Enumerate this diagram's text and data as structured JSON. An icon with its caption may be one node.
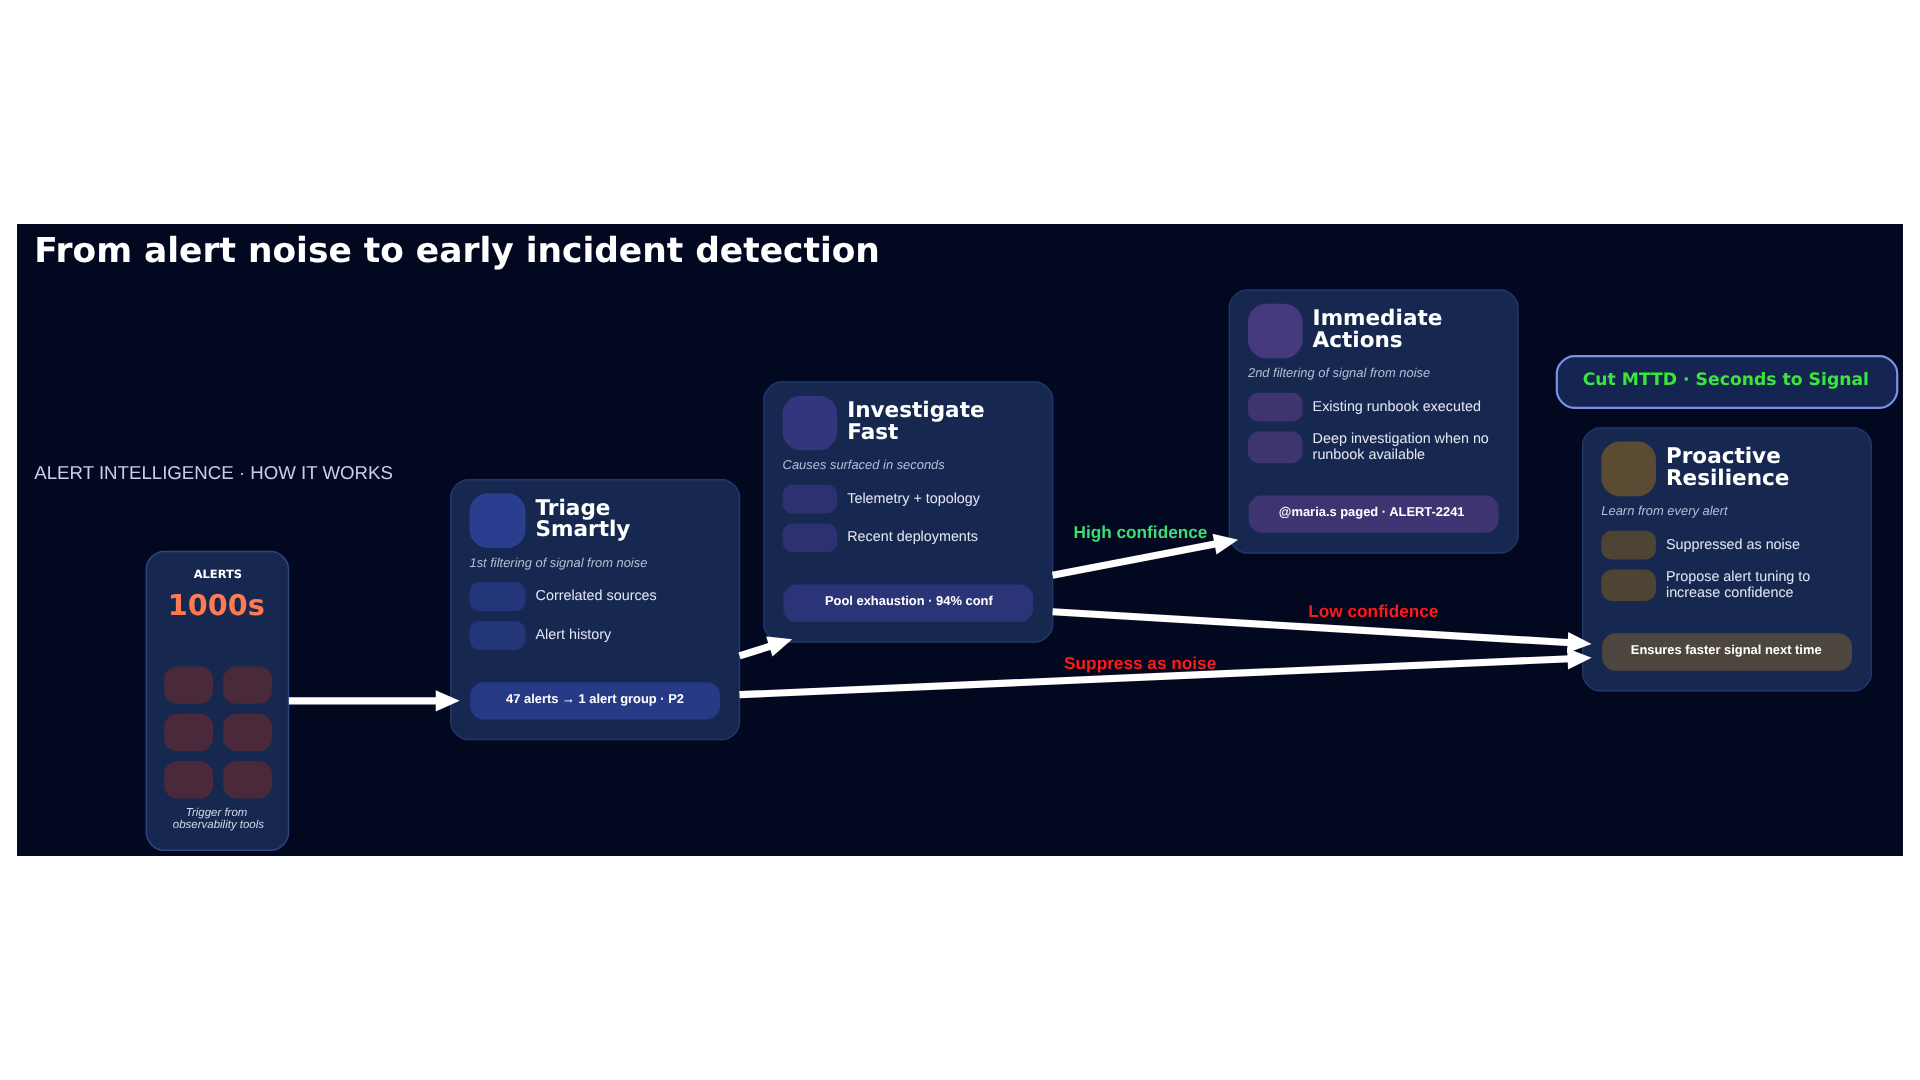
{
  "diagram": {
    "title": "From alert noise to early incident detection",
    "nodes": [
      {
        "text": [
          "Cut MTTD · Seconds to Signal"
        ]
      },
      {
        "text": [
          "ALERTS",
          "1000s",
          "Trigger from observability tools"
        ]
      },
      {
        "text": [
          "Triage Smartly",
          "1st filtering of signal from noise",
          "Correlated sources",
          "Alert history"
        ]
      },
      {
        "text": [
          "47 alerts → 1 alert group · P2"
        ],
        "in": 2
      },
      {
        "text": [
          "Investigate Fast",
          "Causes surfaced in seconds",
          "Telemetry + topology",
          "Recent deployments"
        ]
      },
      {
        "text": [
          "Pool exhaustion · 94% conf"
        ],
        "in": 4
      },
      {
        "text": [
          "Immediate Actions",
          "2nd filtering of signal from noise",
          "Existing runbook executed",
          "Deep investigation when no runbook available"
        ]
      },
      {
        "text": [
          "@maria.s paged · ALERT-2241"
        ],
        "in": 6
      },
      {
        "text": [
          "Proactive Resilience",
          "Learn from every alert",
          "Suppressed as noise",
          "Propose alert tuning to increase confidence"
        ]
      },
      {
        "text": [
          "Ensures faster signal next time"
        ],
        "in": 8
      }
    ],
    "edges": [
      {
        "from": 1,
        "to": 2,
        "arrow": "to"
      },
      {
        "from": 2,
        "to": 4,
        "arrow": "to"
      },
      {
        "from": 4,
        "to": 6,
        "arrow": "to",
        "label": "High confidence"
      },
      {
        "from": 4,
        "to": 8,
        "arrow": "to",
        "label": "Low confidence"
      },
      {
        "from": 2,
        "to": 8,
        "arrow": "to",
        "label": "Suppress as noise"
      }
    ],
    "labels": [
      "ALERT INTELLIGENCE · HOW IT WORKS"
    ]
  }
}
